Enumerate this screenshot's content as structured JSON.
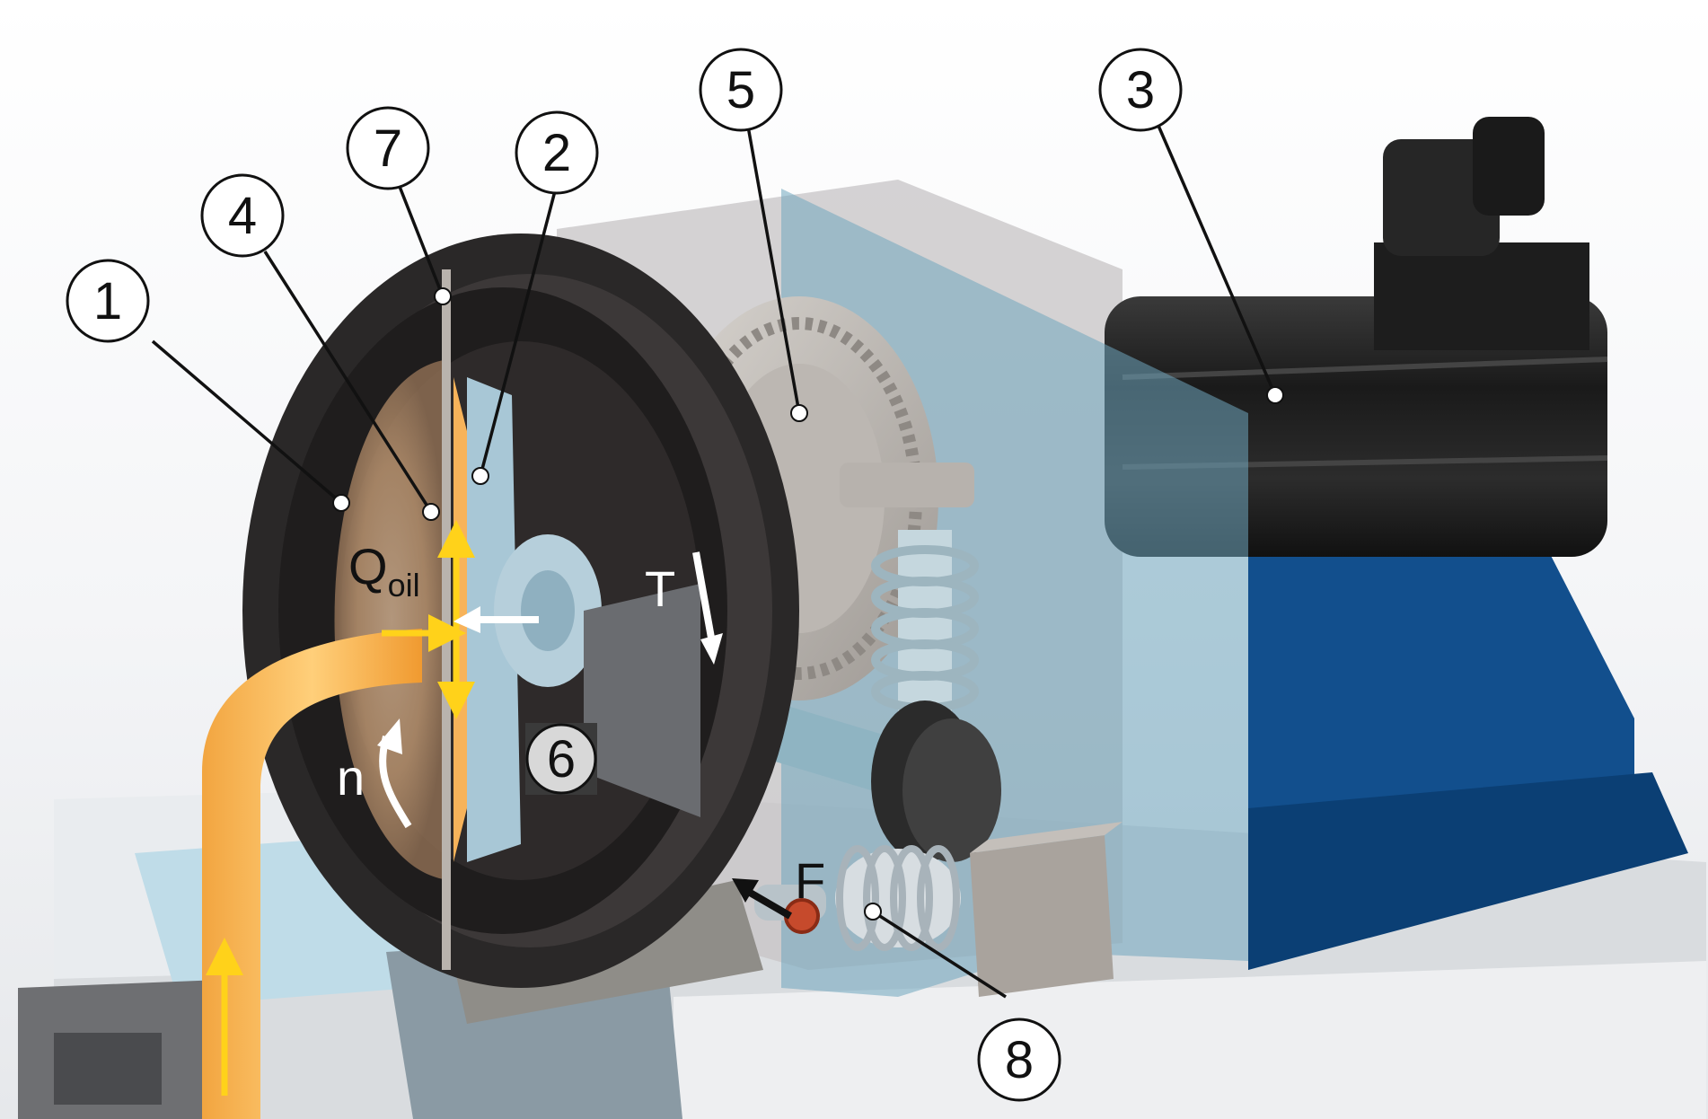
{
  "callouts": {
    "c1": "1",
    "c2": "2",
    "c3": "3",
    "c4": "4",
    "c5": "5",
    "c6": "6",
    "c7": "7",
    "c8": "8"
  },
  "labels": {
    "q_main": "Q",
    "q_sub": "oil",
    "torque": "T",
    "speed": "n",
    "force": "F"
  },
  "colors": {
    "housing_blue": "#0d4a86",
    "transparent_plate": "#6fa5bd",
    "oil_orange": "#f5a23a",
    "flow_arrow_yellow": "#ffd21a",
    "motor_black": "#1c1c1c",
    "disc_dark": "#2a2828"
  }
}
